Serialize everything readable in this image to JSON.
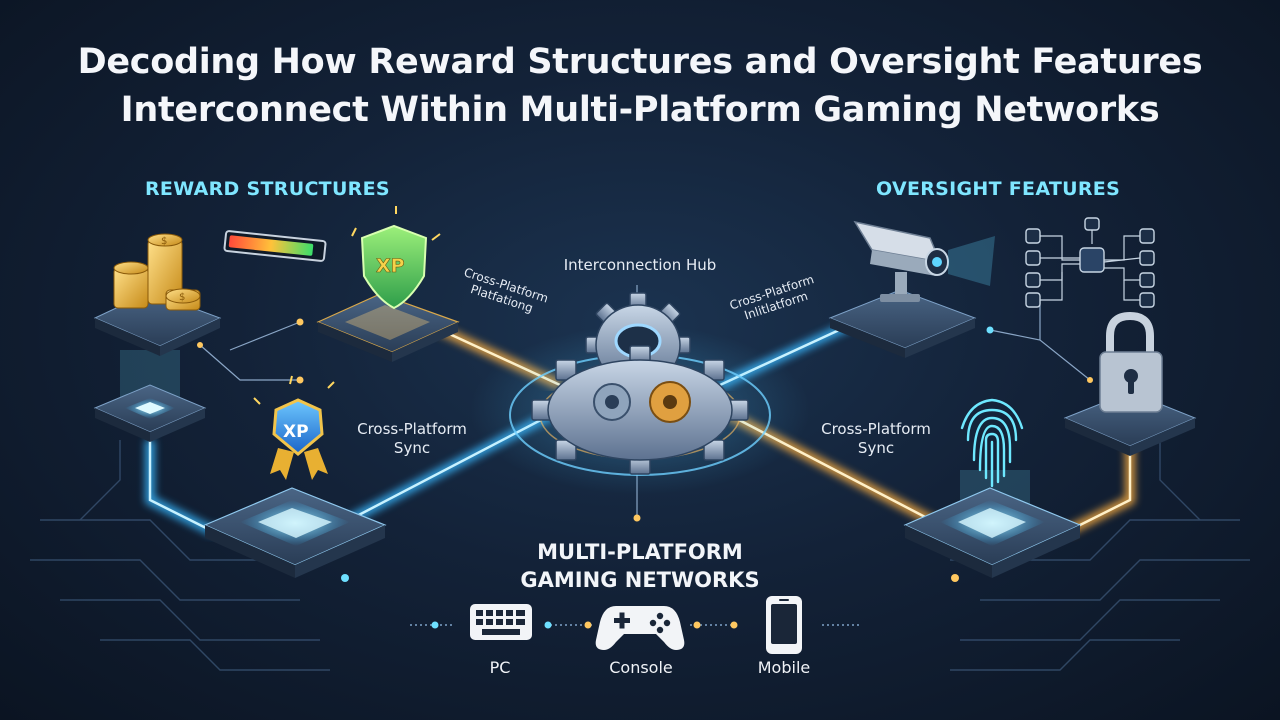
{
  "title": {
    "line1": "Decoding How Reward Structures and Oversight Features",
    "line2": "Interconnect Within Multi-Platform Gaming Networks"
  },
  "sections": {
    "reward": "REWARD STRUCTURES",
    "oversight": "OVERSIGHT FEATURES"
  },
  "hub_label": "Interconnection Hub",
  "sync": {
    "left_line1": "Cross-Platform",
    "left_line2": "Sync",
    "right_line1": "Cross-Platform",
    "right_line2": "Sync"
  },
  "cross_platform_small": {
    "left_line1": "Cross-Platform",
    "left_line2": "Platfationg",
    "right_line1": "Cross-Platform",
    "right_line2": "Inlitlatform"
  },
  "badges": {
    "xp_shield": "XP",
    "xp_ribbon": "XP"
  },
  "networks": {
    "line1": "MULTI-PLATFORM",
    "line2": "GAMING NETWORKS"
  },
  "devices": {
    "pc": "PC",
    "console": "Console",
    "mobile": "Mobile"
  },
  "colors": {
    "accent_cyan": "#7fe6ff",
    "beam_blue": "#38b8ff",
    "beam_orange": "#ffb040",
    "background": "#132238"
  }
}
